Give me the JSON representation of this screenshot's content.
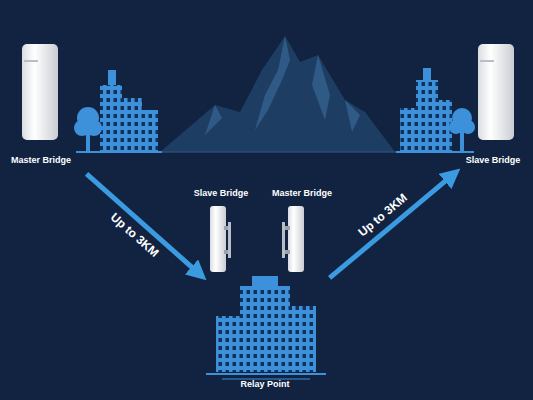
{
  "diagram": {
    "nodes": [
      {
        "text": [
          "Master Bridge"
        ]
      },
      {
        "text": [
          "Slave Bridge"
        ]
      },
      {
        "text": [
          "Master Bridge"
        ]
      },
      {
        "text": [
          "Slave Bridge"
        ]
      },
      {
        "text": [
          "Relay Point"
        ]
      }
    ],
    "edges": [
      {
        "from": 0,
        "to": 4,
        "arrow": "to",
        "label": "Up to 3KM"
      },
      {
        "from": 4,
        "to": 3,
        "arrow": "to",
        "label": "Up to 3KM"
      }
    ]
  }
}
